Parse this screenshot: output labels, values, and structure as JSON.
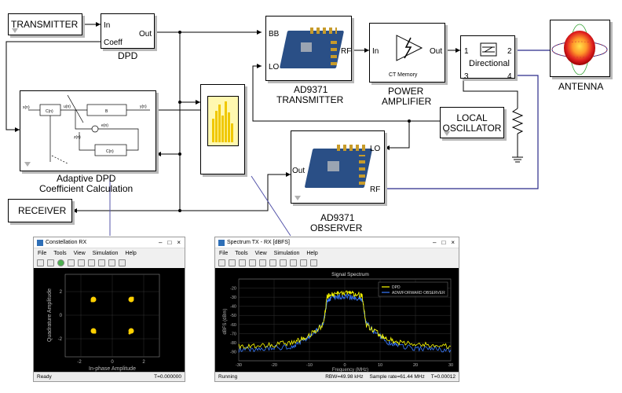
{
  "blocks": {
    "transmitter": "TRANSMITTER",
    "dpd": {
      "in": "In",
      "coeff": "Coeff",
      "out": "Out",
      "label": "DPD"
    },
    "adaptive": {
      "label1": "Adaptive DPD",
      "label2": "Coefficient Calculation",
      "sig_x": "x(n)",
      "sig_u": "u(n)",
      "sig_y": "y(n)",
      "sig_e": "e(n)",
      "sig_in": "z(n)",
      "blk_c": "C(n)",
      "blk_b": "B",
      "blk_c2": "C(n)"
    },
    "ad9371_tx": {
      "bb": "BB",
      "lo": "LO",
      "rf": "RF",
      "label1": "AD9371",
      "label2": "TRANSMITTER"
    },
    "power_amp": {
      "in": "In",
      "out": "Out",
      "memory": "CT Memory",
      "label1": "POWER",
      "label2": "AMPLIFIER"
    },
    "directional": {
      "p1": "1",
      "p2": "2",
      "p3": "3",
      "p4": "4",
      "label": "Directional"
    },
    "antenna": "ANTENNA",
    "local_osc1": "LOCAL",
    "local_osc2": "OSCILLATOR",
    "ad9371_obs": {
      "out": "Out",
      "lo": "LO",
      "rf": "RF",
      "label1": "AD9371",
      "label2": "OBSERVER"
    },
    "receiver": "RECEIVER"
  },
  "constellation_window": {
    "title": "Constellation RX",
    "menu": [
      "File",
      "Tools",
      "View",
      "Simulation",
      "Help"
    ],
    "ylabel": "Quadrature Amplitude",
    "xlabel": "In-phase Amplitude",
    "xticks": [
      "-2",
      "0",
      "2"
    ],
    "yticks": [
      "2",
      "0",
      "-2"
    ],
    "status_left": "Ready",
    "status_right": "T=0.000000"
  },
  "spectrum_window": {
    "title": "Spectrum TX - RX [dBFS]",
    "menu": [
      "File",
      "Tools",
      "View",
      "Simulation",
      "Help"
    ],
    "status_left": "Running",
    "status_rbw": "RBW=49.98 kHz",
    "status_rate": "Sample rate=61.44 MHz",
    "status_time": "T=0.00012"
  },
  "colors": {
    "board": "#2a4f86",
    "wire_blue": "#2a2a8a",
    "yellow": "#ffff00",
    "blue_trace": "#3a7bff",
    "const_dots": "#ffd000"
  },
  "chart_data": {
    "type": "line",
    "title": "Signal Spectrum",
    "xlabel": "Frequency (MHz)",
    "ylabel": "dBFS (dBm)",
    "xlim": [
      -30,
      30
    ],
    "ylim": [
      -100,
      -10
    ],
    "xticks": [
      -30,
      -20,
      -10,
      0,
      10,
      20,
      30
    ],
    "yticks": [
      -20,
      -30,
      -40,
      -50,
      -60,
      -70,
      -80,
      -90
    ],
    "x": [
      -30,
      -25,
      -20,
      -15,
      -12,
      -10,
      -8,
      -6,
      -5,
      -4,
      -2,
      0,
      2,
      4,
      5,
      6,
      8,
      10,
      12,
      15,
      20,
      25,
      30
    ],
    "series": [
      {
        "name": "DPD",
        "color": "#ffff00",
        "values": [
          -84,
          -83,
          -82,
          -80,
          -76,
          -72,
          -66,
          -60,
          -30,
          -27,
          -26,
          -25,
          -26,
          -27,
          -30,
          -60,
          -66,
          -72,
          -76,
          -80,
          -82,
          -83,
          -84
        ]
      },
      {
        "name": "ADW/FORWARD OBSERVER",
        "color": "#3a7bff",
        "values": [
          -88,
          -87,
          -86,
          -84,
          -79,
          -73,
          -67,
          -58,
          -34,
          -31,
          -30,
          -29,
          -30,
          -31,
          -34,
          -58,
          -67,
          -73,
          -79,
          -84,
          -86,
          -87,
          -88
        ]
      }
    ],
    "legend": "top-right",
    "grid": true
  }
}
